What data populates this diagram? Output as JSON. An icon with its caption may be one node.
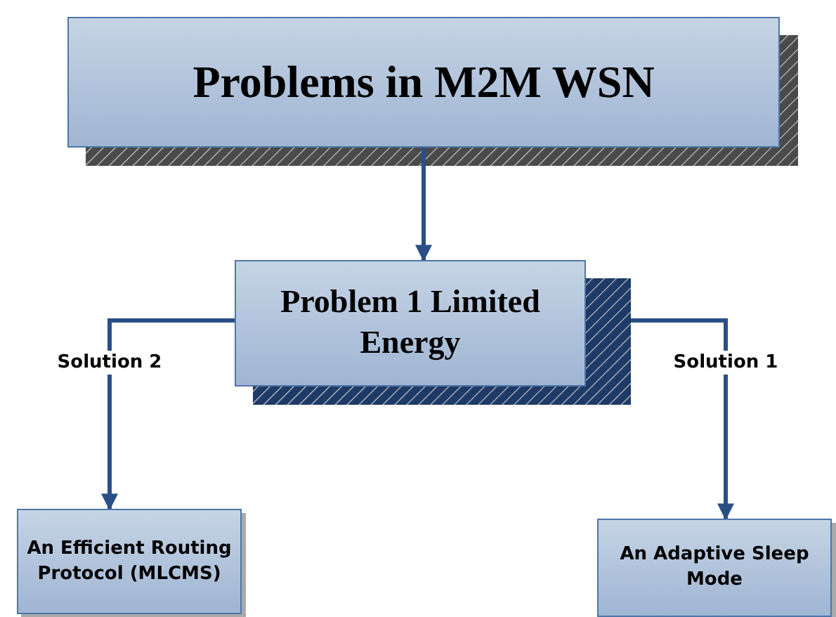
{
  "diagram": {
    "nodes": [
      {
        "text": [
          "Problems in M2M WSN"
        ]
      },
      {
        "text": [
          "Problem 1 Limited Energy"
        ]
      },
      {
        "text": [
          "An Efficient Routing Protocol (MLCMS)"
        ]
      },
      {
        "text": [
          "An Adaptive Sleep Mode"
        ]
      }
    ],
    "edges": [
      {
        "from": 0,
        "to": 1,
        "arrow": "to"
      },
      {
        "from": 1,
        "to": 2,
        "arrow": "to",
        "label": "Solution 2"
      },
      {
        "from": 1,
        "to": 3,
        "arrow": "to",
        "label": "Solution 1"
      }
    ]
  }
}
